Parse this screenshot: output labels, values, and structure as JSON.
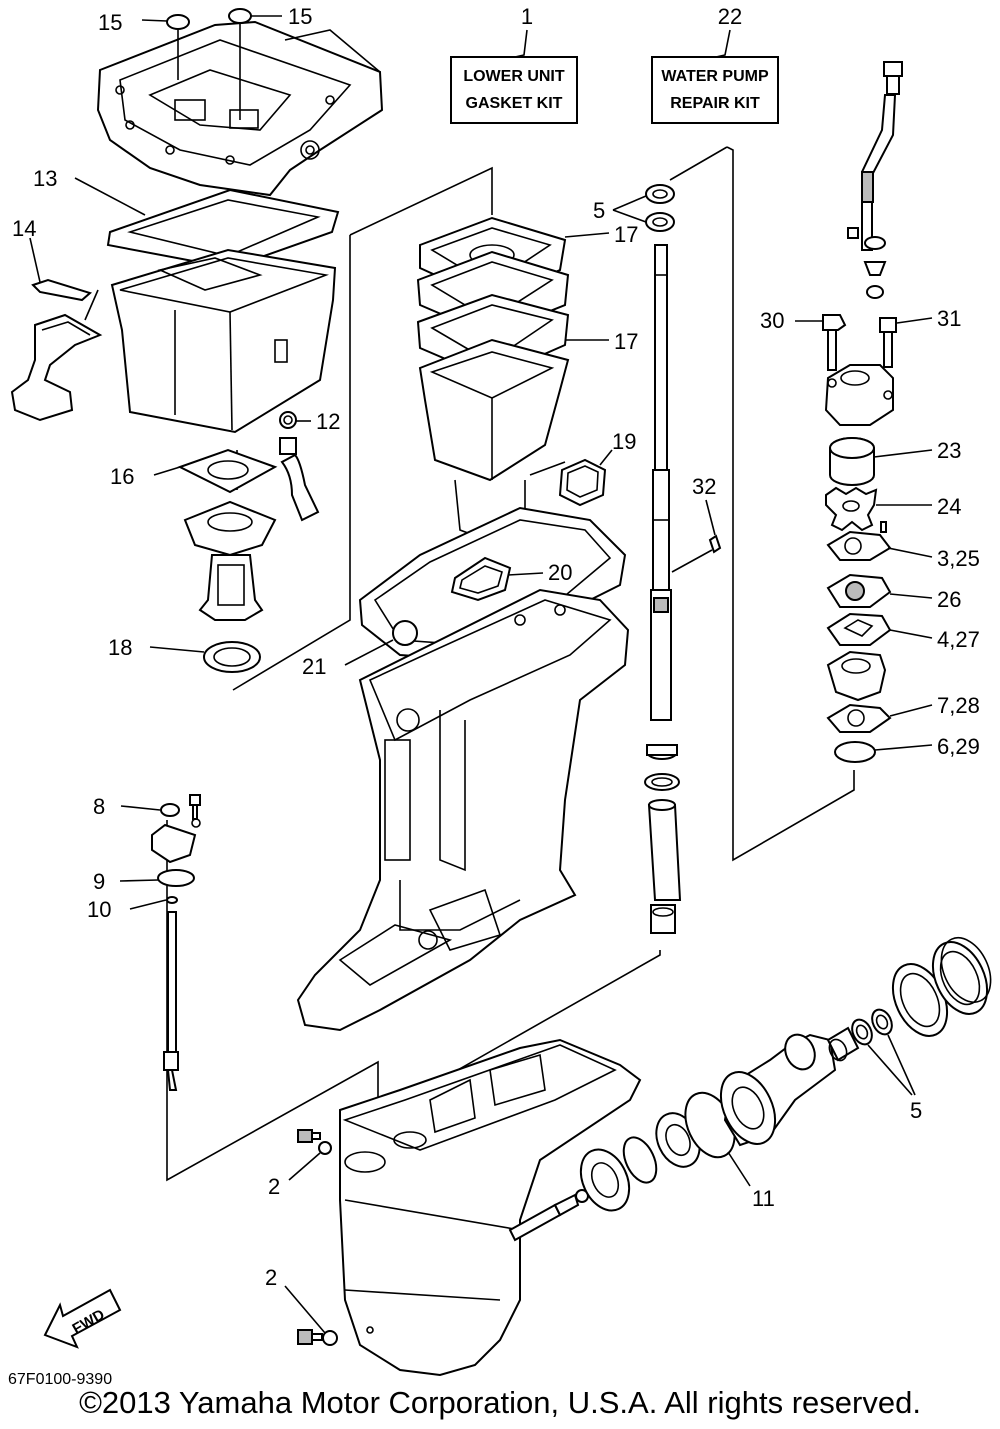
{
  "kits": {
    "lower_unit": {
      "number": "1",
      "line1": "LOWER UNIT",
      "line2": "GASKET KIT"
    },
    "water_pump": {
      "number": "22",
      "line1": "WATER PUMP",
      "line2": "REPAIR KIT"
    }
  },
  "callouts": {
    "c15a": "15",
    "c15b": "15",
    "c13": "13",
    "c14": "14",
    "c12": "12",
    "c16": "16",
    "c18": "18",
    "c17a": "17",
    "c17b": "17",
    "c19": "19",
    "c20": "20",
    "c21": "21",
    "c5a": "5",
    "c32": "32",
    "c30": "30",
    "c31": "31",
    "c23": "23",
    "c24": "24",
    "c3_25": "3,25",
    "c26": "26",
    "c4_27": "4,27",
    "c7_28": "7,28",
    "c6_29": "6,29",
    "c8": "8",
    "c9": "9",
    "c10": "10",
    "c2a": "2",
    "c2b": "2",
    "c11": "11",
    "c5b": "5"
  },
  "fwd_label": "FWD",
  "diagram_code": "67F0100-9390",
  "copyright": "©2013 Yamaha Motor Corporation, U.S.A. All rights reserved."
}
